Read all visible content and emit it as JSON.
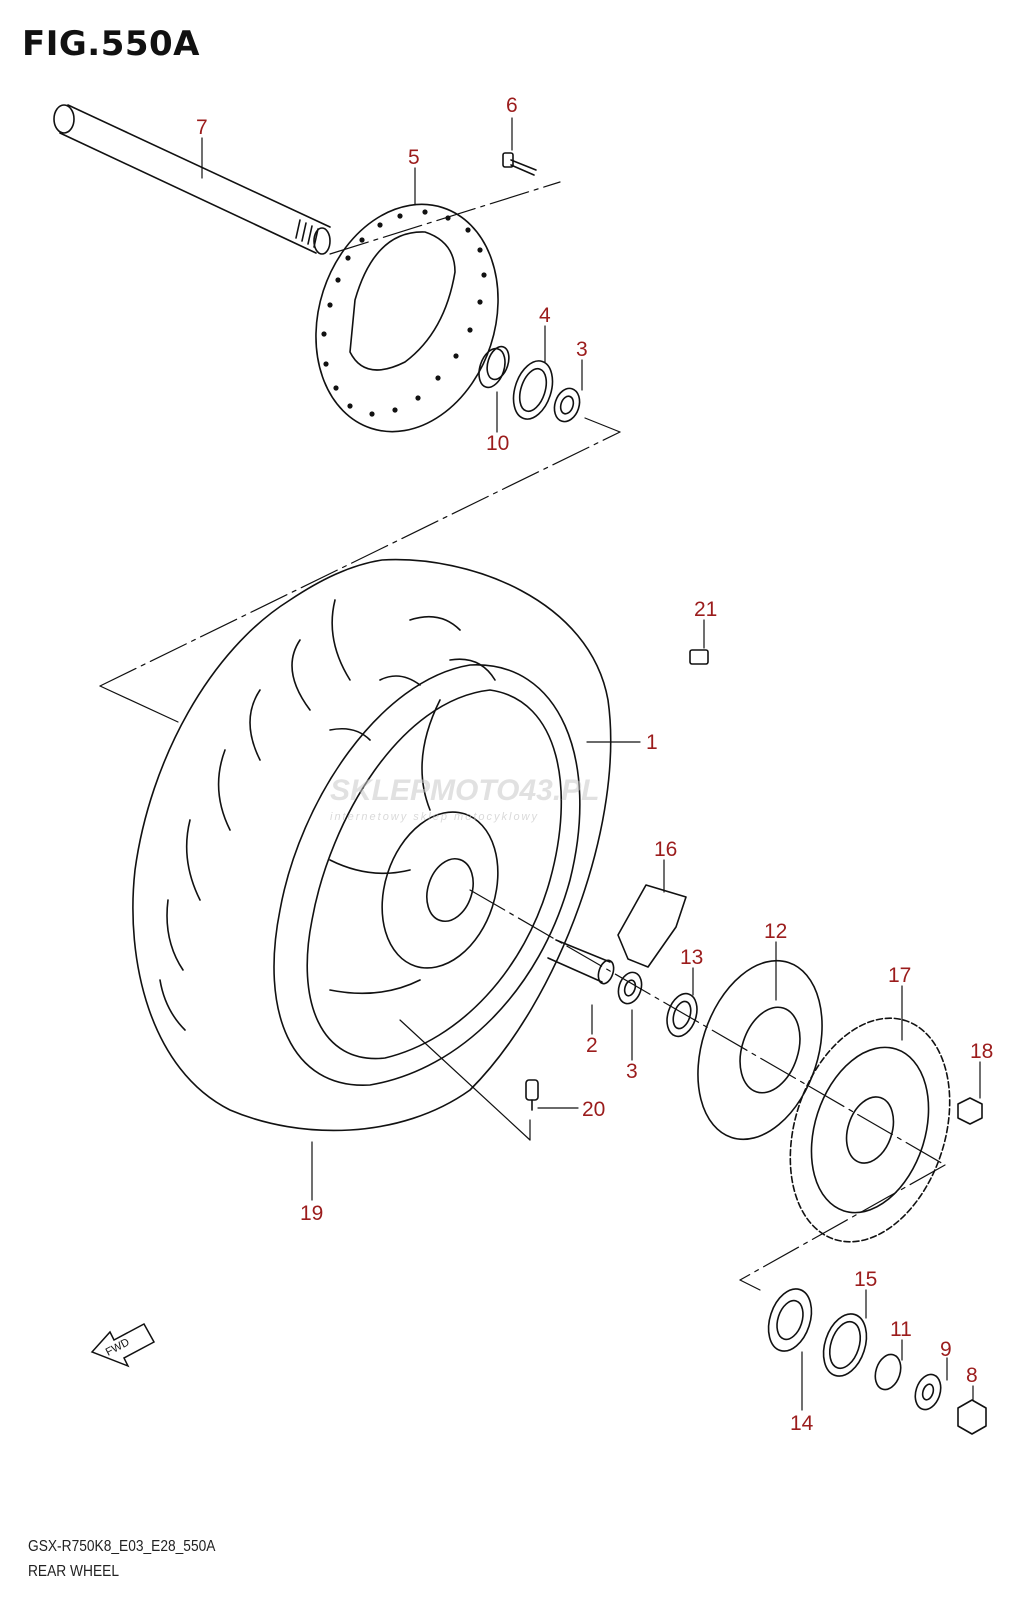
{
  "figure": {
    "title": "FIG.550A"
  },
  "footer": {
    "code": "GSX-R750K8_E03_E28_550A",
    "caption": "REAR WHEEL"
  },
  "watermark": {
    "brand": "SKLEPMOTO43.PL",
    "tagline": "internetowy sklep motocyklowy"
  },
  "fwd_label": "FWD",
  "callouts": {
    "c1": "1",
    "c2": "2",
    "c3a": "3",
    "c3b": "3",
    "c4": "4",
    "c5": "5",
    "c6": "6",
    "c7": "7",
    "c8": "8",
    "c9": "9",
    "c10": "10",
    "c11": "11",
    "c12": "12",
    "c13": "13",
    "c14": "14",
    "c15": "15",
    "c16": "16",
    "c17": "17",
    "c18": "18",
    "c19": "19",
    "c20": "20",
    "c21": "21"
  },
  "colors": {
    "line": "#111111",
    "callout": "#9b1c1c",
    "watermark_gray": "#c9c9c9",
    "watermark_red": "#e05050"
  }
}
